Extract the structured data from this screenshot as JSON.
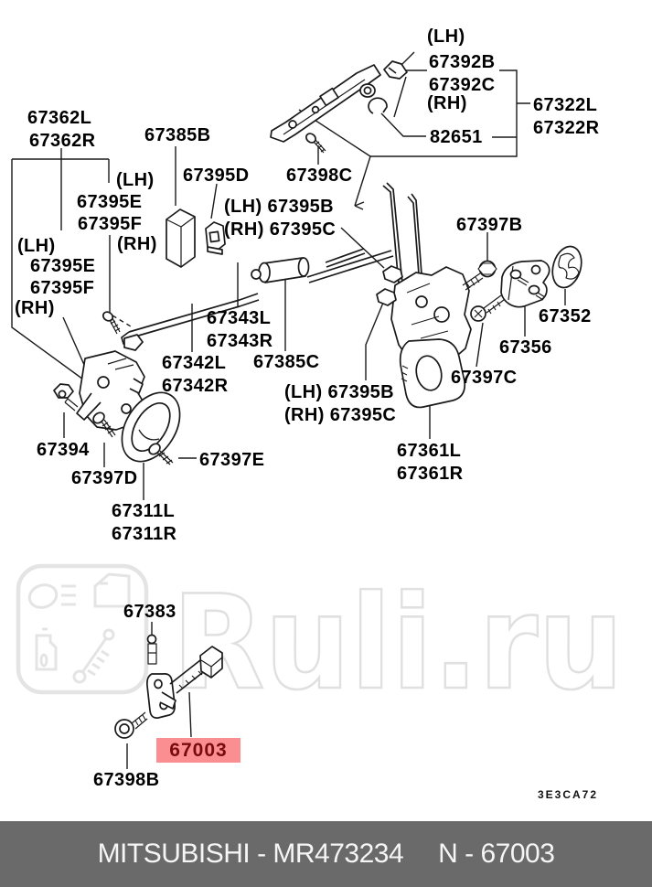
{
  "diagram": {
    "labels": [
      "67362L",
      "67362R",
      "67385B",
      "(LH)",
      "67395E",
      "67395F",
      "(RH)",
      "(LH)",
      "67395E",
      "67395F",
      "(RH)",
      "67395D",
      "67398C",
      "(LH) 67395B",
      "(RH) 67395C",
      "(LH)",
      "67392B",
      "67392C",
      "(RH)",
      "82651",
      "67322L",
      "67322R",
      "67397B",
      "67343L",
      "67343R",
      "67342L",
      "67342R",
      "67385C",
      "(LH) 67395B",
      "(RH) 67395C",
      "67352",
      "67356",
      "67397C",
      "67361L",
      "67361R",
      "67394",
      "67397D",
      "67397E",
      "67311L",
      "67311R",
      "67383",
      "67398B"
    ],
    "plate_code": "3E3CA72",
    "highlight": {
      "text": "67003",
      "bg": "#fa8e90",
      "fg": "#7a0a10"
    },
    "line_color": "#1a1a1a"
  },
  "watermark": {
    "text": "Ruli.ru",
    "color": "#e0e0e0"
  },
  "footer": {
    "brand_part": "MITSUBISHI - MR473234",
    "number": "N - 67003",
    "bg": "#6a6a6a"
  }
}
